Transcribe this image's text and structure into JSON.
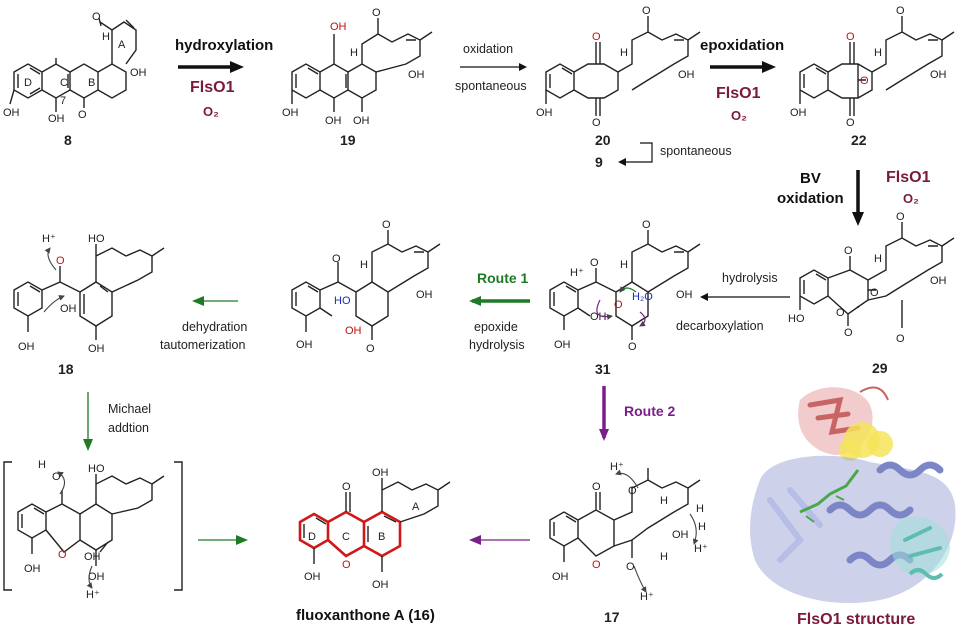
{
  "compounds": {
    "c8": "8",
    "c19": "19",
    "c20": "20",
    "c9": "9",
    "c22": "22",
    "c29": "29",
    "c31": "31",
    "c18": "18",
    "c17": "17",
    "c16": "fluoxanthone A (16)"
  },
  "ring_labels": {
    "A": "A",
    "B": "B",
    "C": "C",
    "D": "D",
    "pos7": "7"
  },
  "atoms": {
    "O": "O",
    "OH": "OH",
    "HO": "HO",
    "H": "H",
    "Hplus": "H⁺",
    "H2O": "H₂O"
  },
  "steps": {
    "hydroxylation": "hydroxylation",
    "oxidation": "oxidation",
    "spontaneous": "spontaneous",
    "spontaneous2": "spontaneous",
    "epoxidation": "epoxidation",
    "bv_line1": "BV",
    "bv_line2": "oxidation",
    "hydrolysis": "hydrolysis",
    "decarboxylation": "decarboxylation",
    "route1": "Route 1",
    "epoxide_line1": "epoxide",
    "epoxide_line2": "hydrolysis",
    "dehydration_line1": "dehydration",
    "dehydration_line2": "tautomerization",
    "michael_line1": "Michael",
    "michael_line2": "addtion",
    "route2": "Route 2"
  },
  "enzyme": {
    "name": "FlsO1",
    "cofactor_text": "O₂"
  },
  "structure_caption": "FlsO1 structure",
  "colors": {
    "enzyme": "#7a1a3a",
    "route1": "#1e7a25",
    "route2": "#7a1f8a",
    "highlight": "#d01818",
    "water": "#1a2fb0"
  }
}
